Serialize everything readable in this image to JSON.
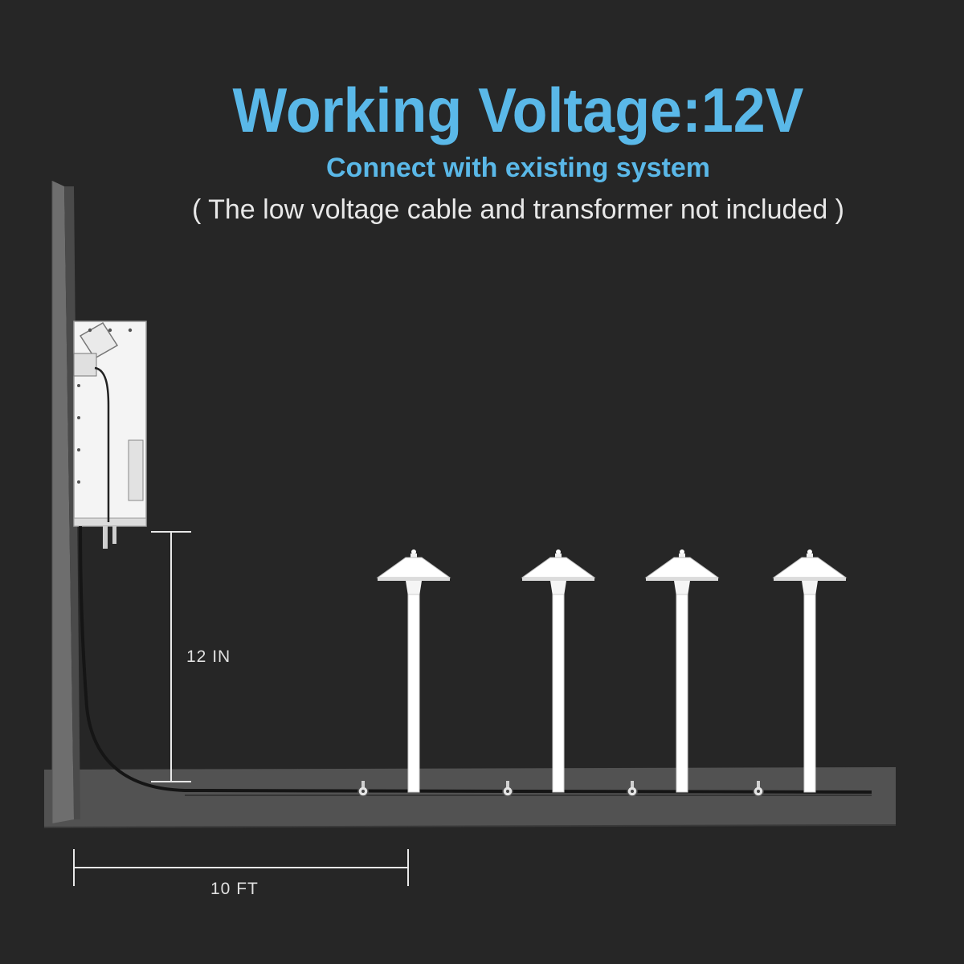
{
  "header": {
    "title": "Working Voltage:12V",
    "subtitle": "Connect with existing system",
    "note": "( The low voltage cable and transformer not included )"
  },
  "dimensions": {
    "height_label": "12 IN",
    "distance_label": "10 FT"
  },
  "colors": {
    "background": "#262626",
    "accent": "#5ab8e8",
    "ground": "#505050",
    "wall": "#6b6b6b",
    "fixture": "#ffffff"
  },
  "scene": {
    "light_count": 4,
    "connector_count": 4,
    "icons": [
      "wall",
      "transformer-icon",
      "cable",
      "path-light-icon",
      "cable-connector-icon"
    ]
  }
}
